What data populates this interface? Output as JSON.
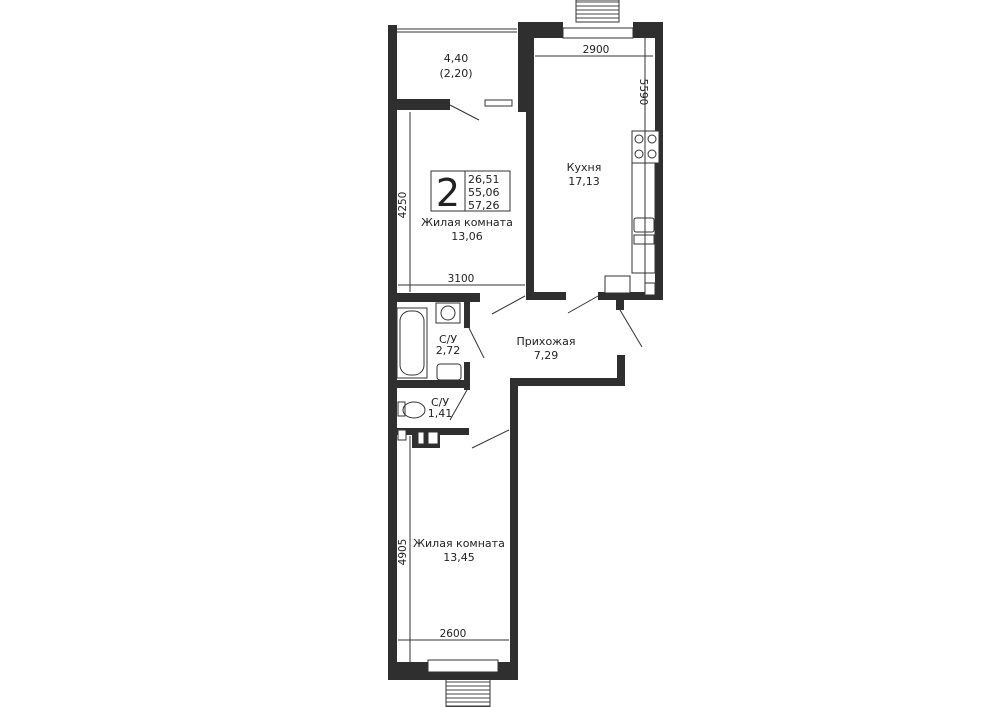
{
  "apartment": {
    "rooms_count": "2",
    "areas": [
      "26,51",
      "55,06",
      "57,26"
    ]
  },
  "rooms": {
    "balcony": {
      "area": "4,40",
      "area_reduced": "(2,20)"
    },
    "living_room_1": {
      "name": "Жилая комната",
      "area": "13,06"
    },
    "kitchen": {
      "name": "Кухня",
      "area": "17,13"
    },
    "bathroom": {
      "name": "С/У",
      "area": "2,72"
    },
    "toilet": {
      "name": "С/У",
      "area": "1,41"
    },
    "hallway": {
      "name": "Прихожая",
      "area": "7,29"
    },
    "living_room_2": {
      "name": "Жилая комната",
      "area": "13,45"
    }
  },
  "dimensions": {
    "kitchen_width": "2900",
    "kitchen_length": "5590",
    "living1_length": "4250",
    "living1_width": "3100",
    "living2_length": "4905",
    "living2_width": "2600"
  },
  "colors": {
    "wall": "#2f2f2f",
    "line": "#333333"
  }
}
